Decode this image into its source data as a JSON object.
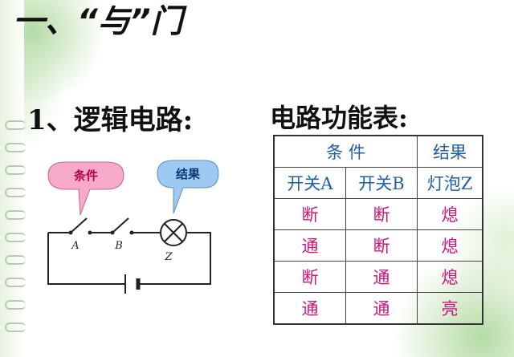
{
  "title": "一、“与”门",
  "subtitle": "1、逻辑电路:",
  "table_heading": "电路功能表:",
  "bubbles": {
    "condition": "条件",
    "result": "结果"
  },
  "circuit_labels": {
    "a": "A",
    "b": "B",
    "z": "Z"
  },
  "table": {
    "group_header": "条  件",
    "result_header": "结果",
    "columns": [
      "开关A",
      "开关B",
      "灯泡Z"
    ],
    "rows": [
      [
        "断",
        "断",
        "熄"
      ],
      [
        "通",
        "断",
        "熄"
      ],
      [
        "断",
        "通",
        "熄"
      ],
      [
        "通",
        "通",
        "亮"
      ]
    ]
  },
  "colors": {
    "header_text": "#1f5fa8",
    "cell_text": "#d0157a",
    "bubble_pink": "#f6a9c8",
    "bubble_blue": "#9ec9f0"
  }
}
